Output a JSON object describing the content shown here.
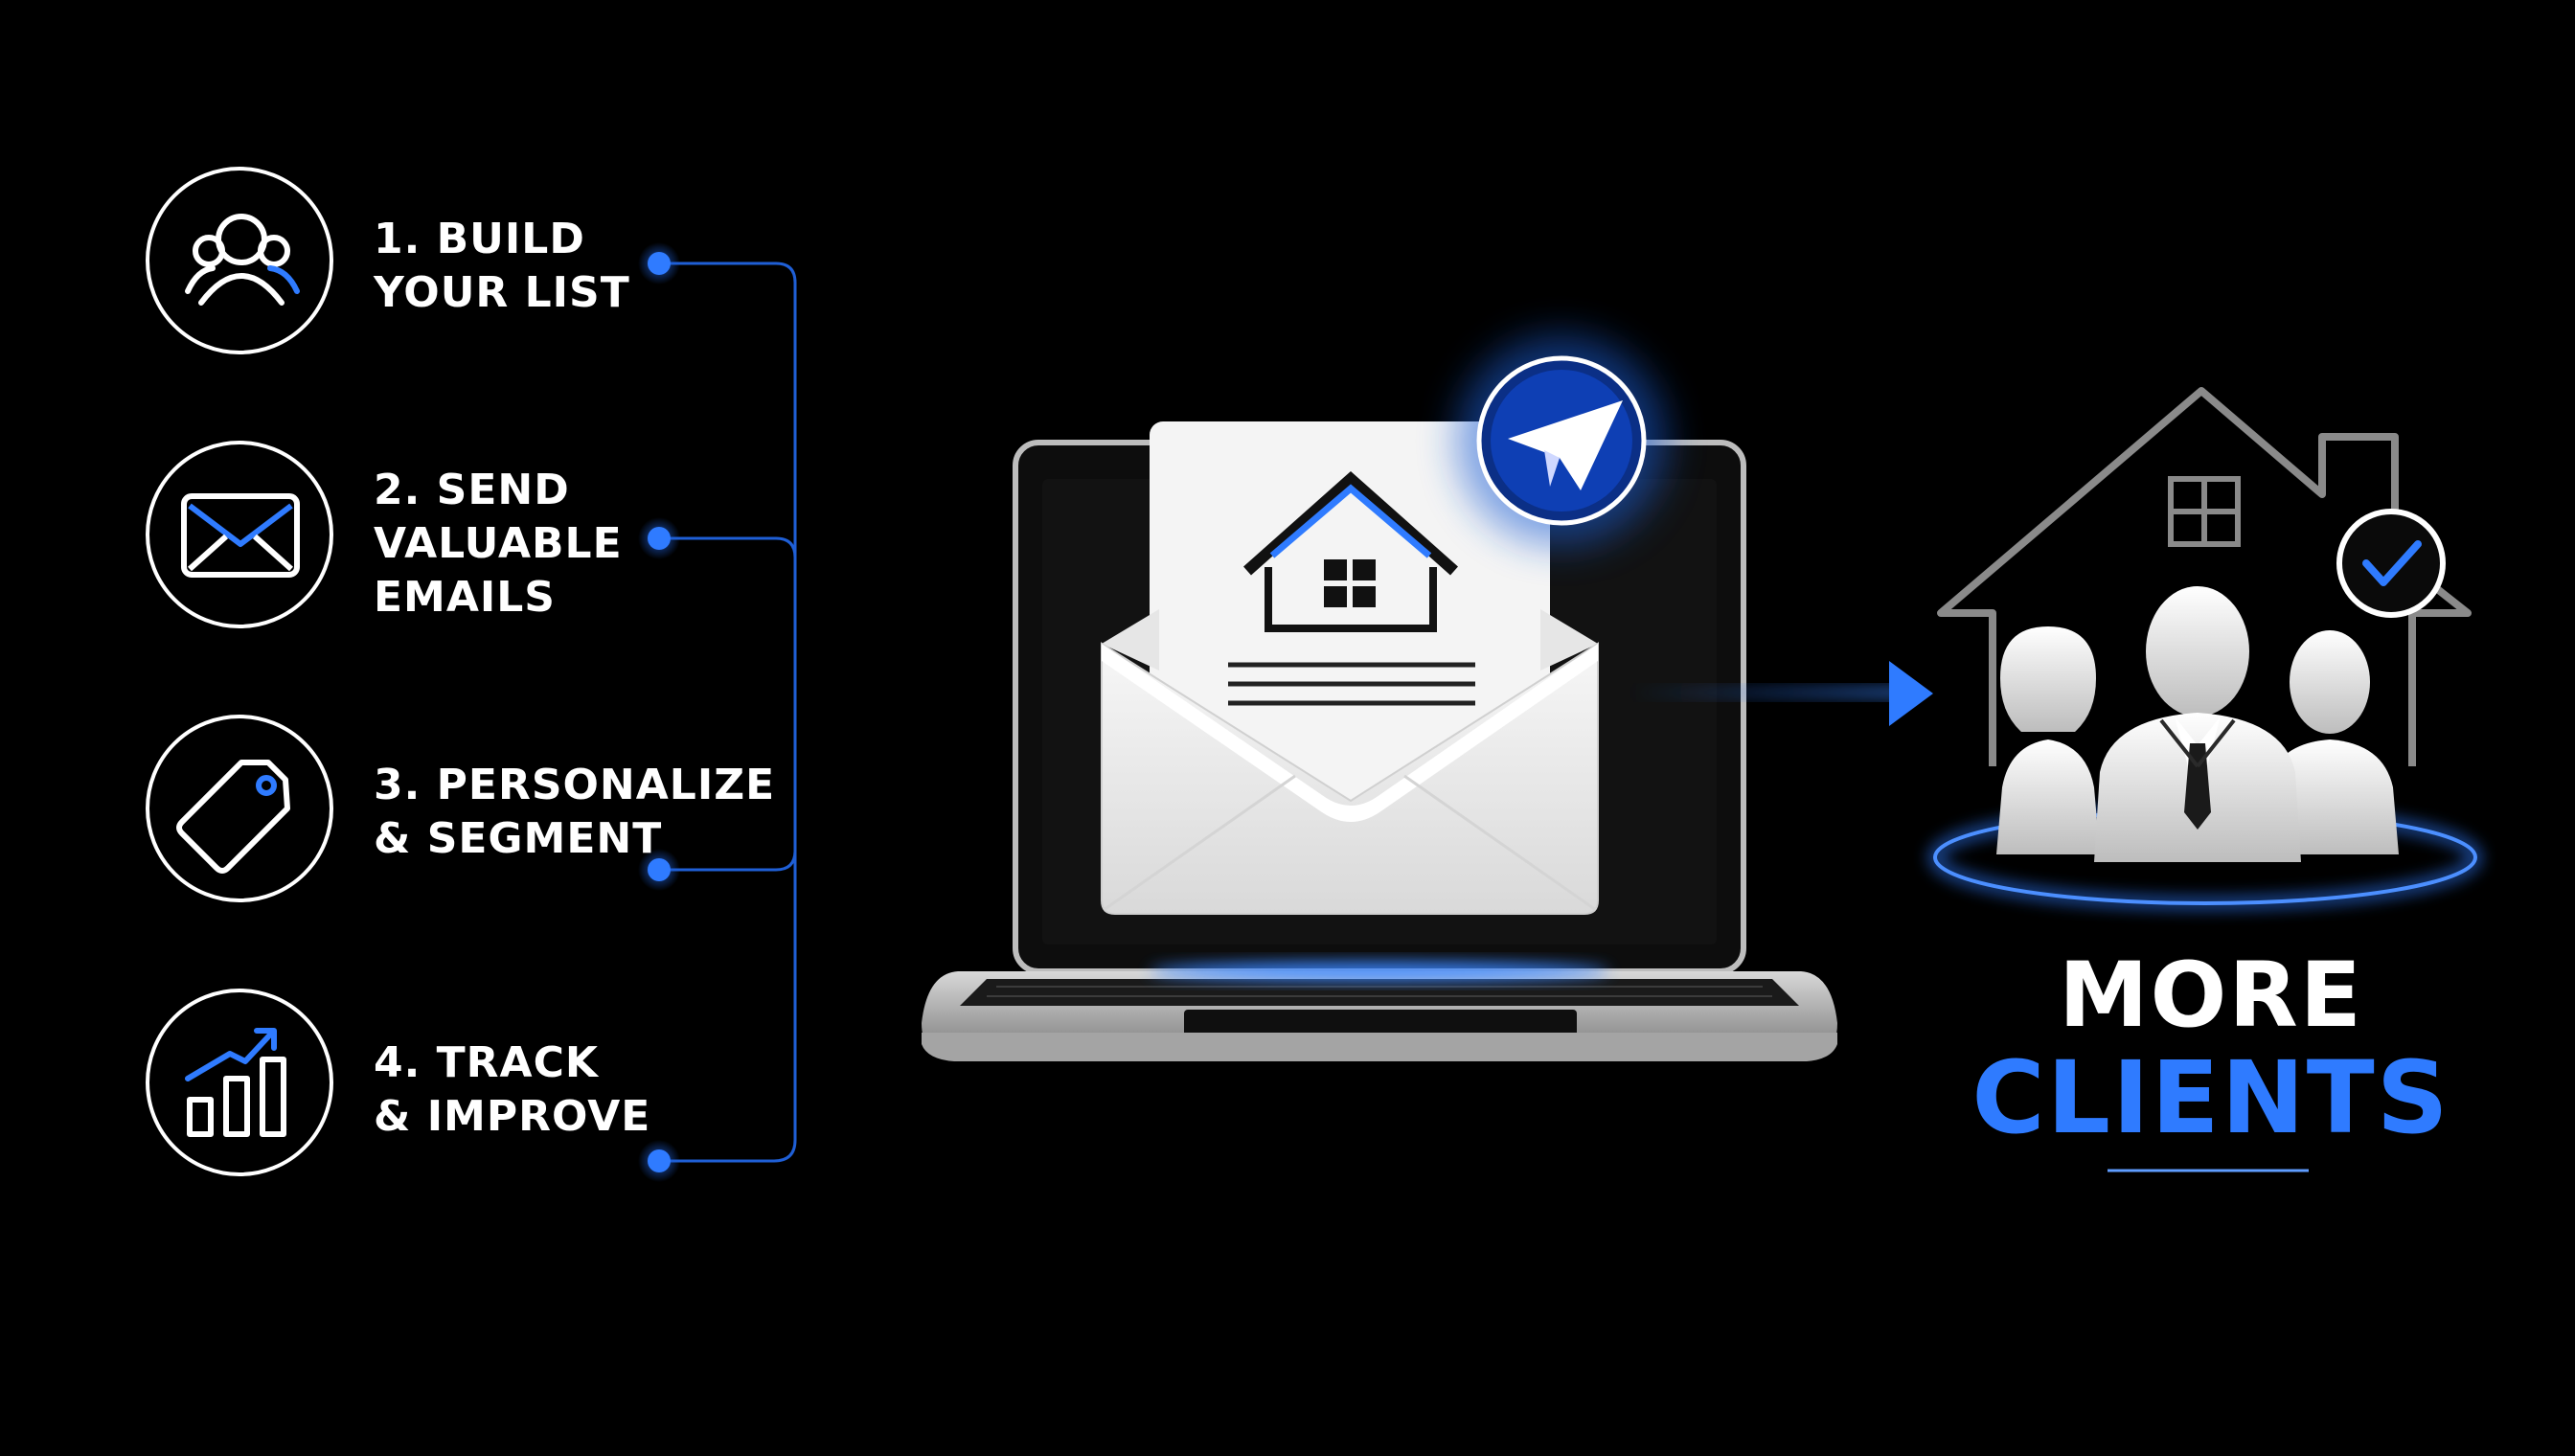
{
  "colors": {
    "background": "#000000",
    "accent": "#2f7bff",
    "line": "#1f5fd6",
    "white": "#ffffff",
    "envelope": "#eeeeee",
    "laptop_frame": "#c8c8c8"
  },
  "steps": [
    {
      "icon": "user-group-icon",
      "line1": "1. BUILD",
      "line2": "YOUR LIST",
      "line3": ""
    },
    {
      "icon": "envelope-icon",
      "line1": "2. SEND",
      "line2": "VALUABLE",
      "line3": "EMAILS"
    },
    {
      "icon": "tag-icon",
      "line1": "3. PERSONALIZE",
      "line2": "& SEGMENT",
      "line3": ""
    },
    {
      "icon": "growth-chart-icon",
      "line1": "4. TRACK",
      "line2": "& IMPROVE",
      "line3": ""
    }
  ],
  "center": {
    "device_icon": "laptop-icon",
    "envelope_icon": "open-envelope-icon",
    "letter_icon": "house-icon",
    "badge_icon": "paper-plane-icon"
  },
  "result": {
    "icon": "house-clients-icon",
    "badge_icon": "checkmark-icon",
    "line1": "MORE",
    "line2": "CLIENTS"
  }
}
